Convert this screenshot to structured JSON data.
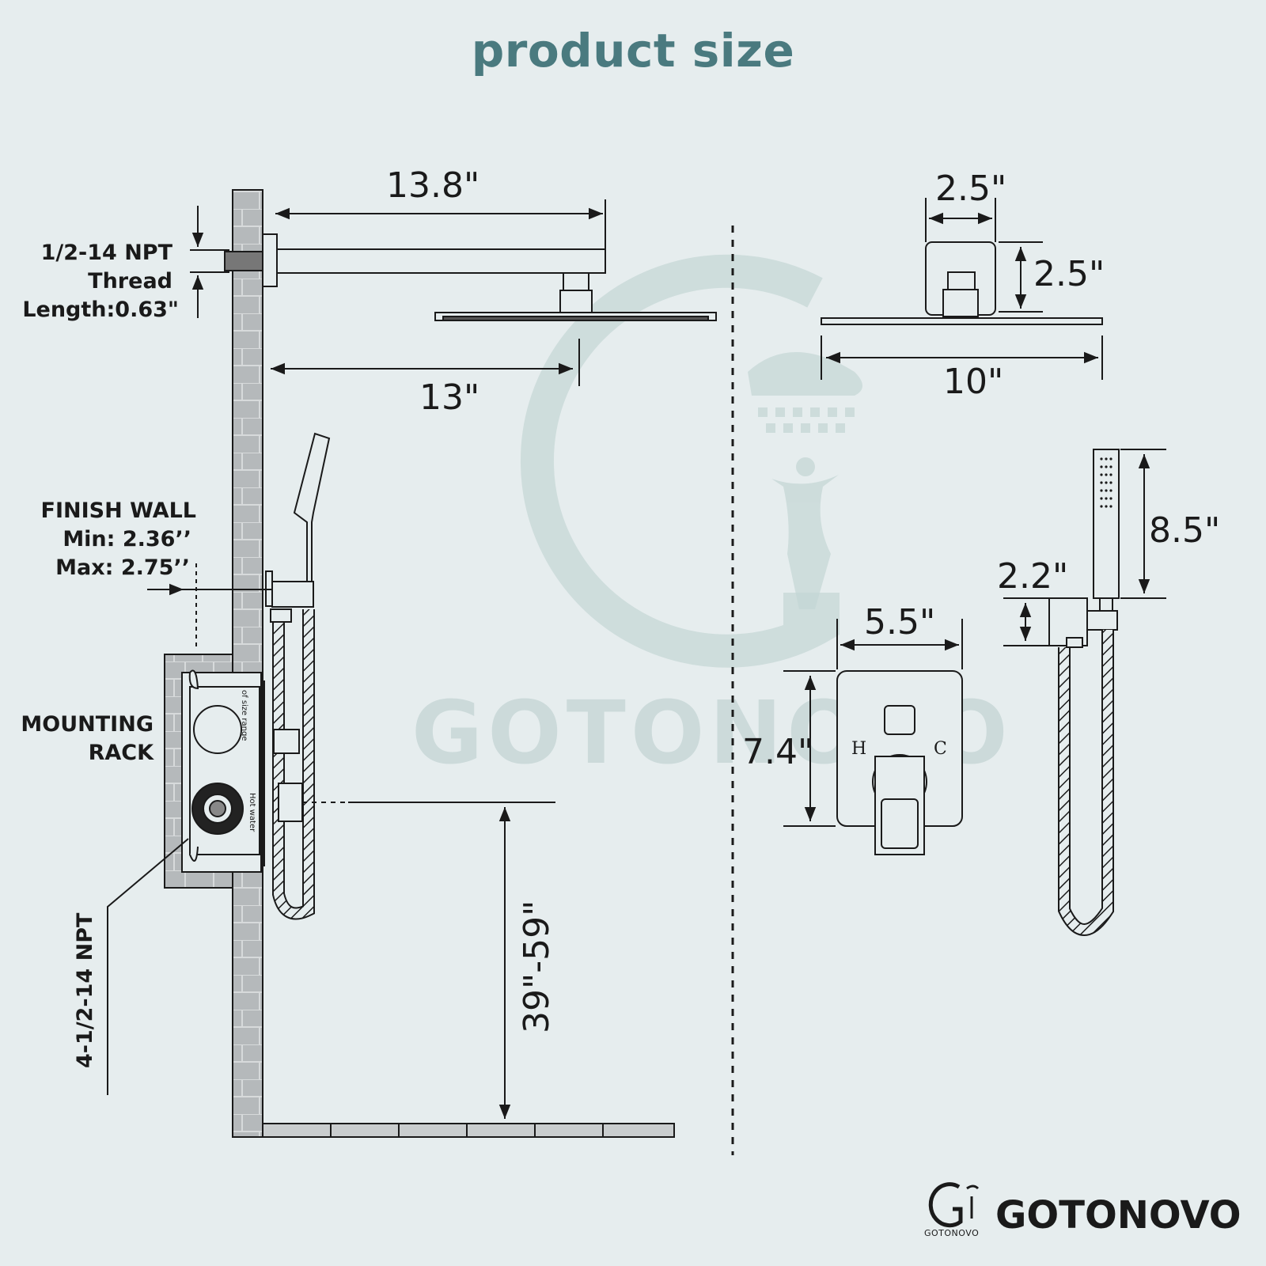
{
  "title": "product size",
  "labels": {
    "thread": [
      "1/2-14 NPT",
      "Thread",
      "Length:0.63\""
    ],
    "finish_wall": [
      "FINISH WALL",
      "Min: 2.36’’",
      "Max: 2.75’’"
    ],
    "mounting_rack": [
      "MOUNTING",
      "RACK"
    ],
    "npt_inlets": "4-1/2-14 NPT"
  },
  "dimensions": {
    "arm_length": "13.8\"",
    "arm_reach": "13\"",
    "height_range": "39\"-59\"",
    "flange_width": "2.5\"",
    "flange_height": "2.5\"",
    "head_width": "10\"",
    "trim_width": "5.5\"",
    "trim_height": "7.4\"",
    "handheld_length": "8.5\"",
    "holder_height": "2.2\""
  },
  "valve": {
    "hot": "H",
    "cold": "C"
  },
  "valve_body_text": {
    "size_range": "of size range",
    "hot_water": "Hot water"
  },
  "watermark": "GOTONOVO",
  "brand": {
    "name": "GOTONOVO",
    "logo_caption": "GOTONOVO"
  },
  "colors": {
    "background": "#e6edee",
    "title": "#4a7a7f",
    "wall": "#b5b9bb",
    "line": "#1a1a1a",
    "watermark": "#b7cccb"
  }
}
